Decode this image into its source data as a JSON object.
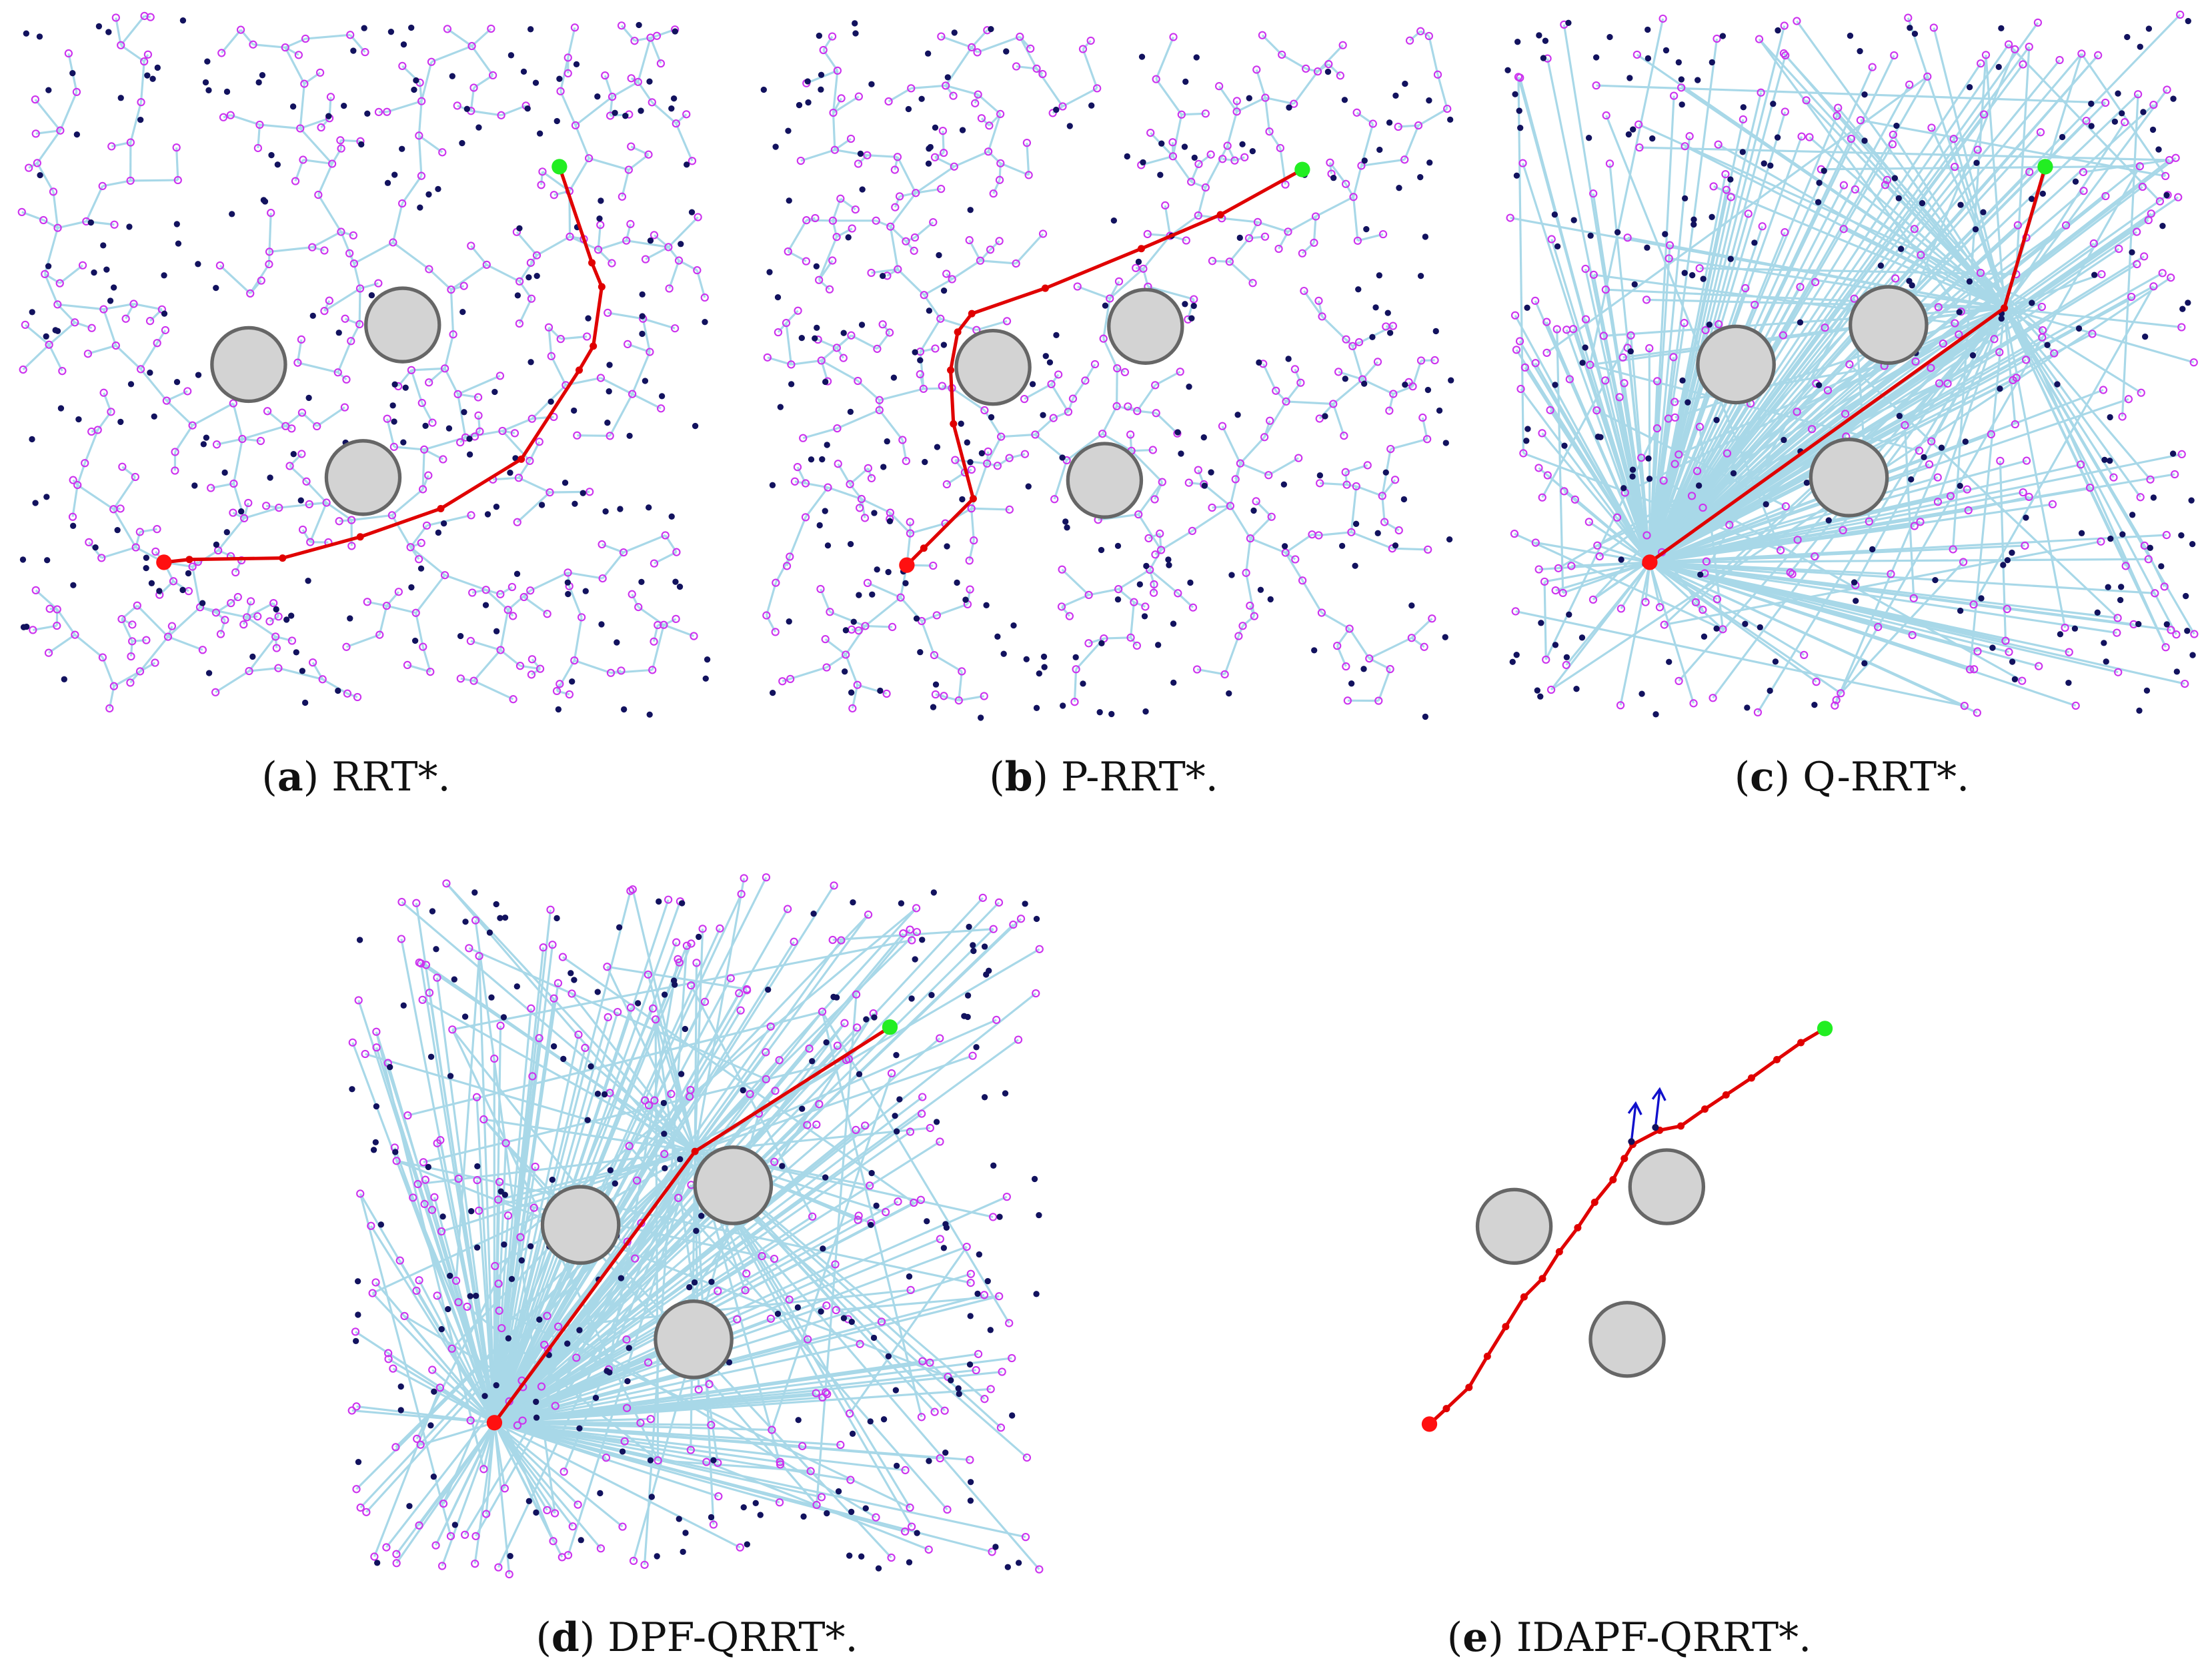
{
  "panels": [
    {
      "letter": "a",
      "name": "RRT*.",
      "start": [
        116,
        398
      ],
      "goal": [
        396,
        118
      ],
      "obstacles": [
        [
          176,
          258,
          26
        ],
        [
          285,
          230,
          26
        ],
        [
          257,
          338,
          26
        ]
      ],
      "path": [
        [
          116,
          398
        ],
        [
          134,
          396
        ],
        [
          200,
          395
        ],
        [
          255,
          380
        ],
        [
          312,
          360
        ],
        [
          369,
          325
        ],
        [
          410,
          262
        ],
        [
          420,
          245
        ],
        [
          426,
          203
        ],
        [
          419,
          186
        ],
        [
          396,
          118
        ]
      ],
      "tree_style": "branching"
    },
    {
      "letter": "b",
      "name": "P-RRT*.",
      "start": [
        642,
        400
      ],
      "goal": [
        922,
        120
      ],
      "obstacles": [
        [
          703,
          260,
          26
        ],
        [
          811,
          231,
          26
        ],
        [
          782,
          340,
          26
        ]
      ],
      "path": [
        [
          642,
          400
        ],
        [
          654,
          388
        ],
        [
          689,
          353
        ],
        [
          675,
          300
        ],
        [
          673,
          262
        ],
        [
          678,
          235
        ],
        [
          688,
          222
        ],
        [
          740,
          204
        ],
        [
          808,
          176
        ],
        [
          864,
          152
        ],
        [
          922,
          120
        ]
      ],
      "tree_style": "branching"
    },
    {
      "letter": "c",
      "name": "Q-RRT*.",
      "start": [
        1168,
        398
      ],
      "goal": [
        1448,
        118
      ],
      "obstacles": [
        [
          1229,
          258,
          27
        ],
        [
          1337,
          230,
          27
        ],
        [
          1309,
          338,
          27
        ]
      ],
      "path": [
        [
          1168,
          398
        ],
        [
          1419,
          218
        ],
        [
          1448,
          118
        ]
      ],
      "tree_style": "fan"
    },
    {
      "letter": "d",
      "name": "DPF-QRRT*.",
      "start": [
        350,
        1007
      ],
      "goal": [
        630,
        727
      ],
      "obstacles": [
        [
          411,
          867,
          27
        ],
        [
          519,
          839,
          27
        ],
        [
          491,
          948,
          27
        ]
      ],
      "path": [
        [
          350,
          1007
        ],
        [
          492,
          815
        ],
        [
          630,
          727
        ]
      ],
      "tree_style": "fan"
    },
    {
      "letter": "e",
      "name": "IDAPF-QRRT*.",
      "start": [
        1012,
        1008
      ],
      "goal": [
        1292,
        728
      ],
      "obstacles": [
        [
          1072,
          868,
          26
        ],
        [
          1180,
          840,
          26
        ],
        [
          1152,
          948,
          26
        ]
      ],
      "path": [
        [
          1012,
          1008
        ],
        [
          1024,
          997
        ],
        [
          1040,
          982
        ],
        [
          1053,
          960
        ],
        [
          1066,
          939
        ],
        [
          1079,
          918
        ],
        [
          1092,
          905
        ],
        [
          1104,
          886
        ],
        [
          1117,
          869
        ],
        [
          1129,
          851
        ],
        [
          1142,
          835
        ],
        [
          1150,
          820
        ],
        [
          1156,
          810
        ],
        [
          1175,
          800
        ],
        [
          1190,
          797
        ],
        [
          1207,
          785
        ],
        [
          1222,
          775
        ],
        [
          1240,
          763
        ],
        [
          1258,
          750
        ],
        [
          1275,
          738
        ],
        [
          1292,
          728
        ]
      ],
      "arrows": [
        [
          1155,
          808
        ],
        [
          1172,
          798
        ]
      ],
      "tree_style": "none"
    }
  ],
  "colors": {
    "tree_edge": "#a8d8e8",
    "tree_node": "#cc33ee",
    "sample": "#12125e",
    "path": "#e00000",
    "start": "#ff1010",
    "goal": "#22ee22",
    "obstacle_fill": "#d3d3d3",
    "obstacle_stroke": "#666666",
    "arrow": "#1010cc"
  },
  "icons": {
    "start": "red-start-dot",
    "goal": "green-goal-dot",
    "obstacle": "grey-circle-obstacle"
  }
}
